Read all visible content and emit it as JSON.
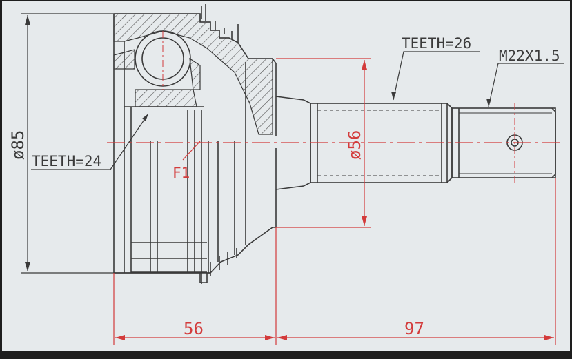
{
  "labels": {
    "outer_diameter": "ø85",
    "inner_teeth": "TEETH=24",
    "fit_marker": "F1",
    "outer_teeth": "TEETH=26",
    "shaft_diameter": "ø56",
    "thread": "M22X1.5",
    "dim_left_length": "56",
    "dim_right_length": "97"
  },
  "colors": {
    "background": "#e6eaec",
    "frame": "#1e1e1e",
    "line": "#3a3a3a",
    "dimension": "#d33b3b",
    "hatch": "#555555"
  }
}
